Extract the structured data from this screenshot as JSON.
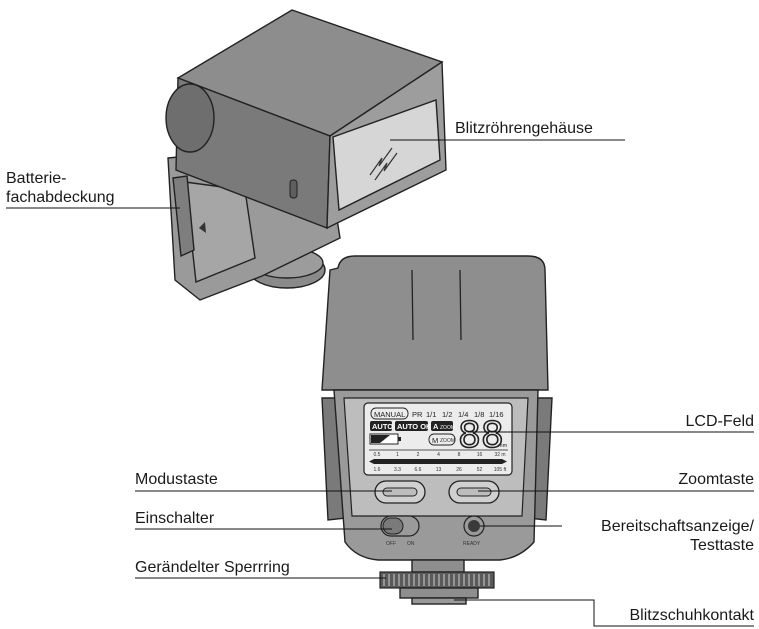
{
  "labels": {
    "flash_head_housing": "Blitzröhrengehäuse",
    "battery_cover_line1": "Batterie-",
    "battery_cover_line2": "fachabdeckung",
    "lcd_panel": "LCD-Feld",
    "mode_button": "Modustaste",
    "zoom_button": "Zoomtaste",
    "power_switch": "Einschalter",
    "ready_indicator_line1": "Bereitschaftsanzeige/",
    "ready_indicator_line2": "Testtaste",
    "knurled_lock_ring": "Gerändelter Sperrring",
    "hot_shoe_contact": "Blitzschuhkontakt"
  },
  "lcd": {
    "manual": "MANUAL",
    "power_levels": [
      "PR",
      "1/1",
      "1/2",
      "1/4",
      "1/8",
      "1/16"
    ],
    "auto": "AUTO",
    "auto_ok": "AUTO OK",
    "a_zoom_letter": "A",
    "a_zoom_word": "ZOOM",
    "m_zoom_letter": "M",
    "m_zoom_word": "ZOOM",
    "zoom_digits": "88",
    "zoom_unit": "mm",
    "meters": [
      "0.5",
      "1",
      "2",
      "4",
      "8",
      "16",
      "32 m"
    ],
    "feet": [
      "1.6",
      "3.3",
      "6.6",
      "13",
      "26",
      "52",
      "105 ft"
    ]
  },
  "switch": {
    "off": "OFF",
    "on": "ON"
  },
  "ready_text": "READY",
  "colors": {
    "body_dark": "#7f7f7f",
    "body_mid": "#9a9a9a",
    "body_light": "#b3b3b3",
    "panel_light": "#d8d8d8",
    "lcd_bg": "#ececec"
  }
}
